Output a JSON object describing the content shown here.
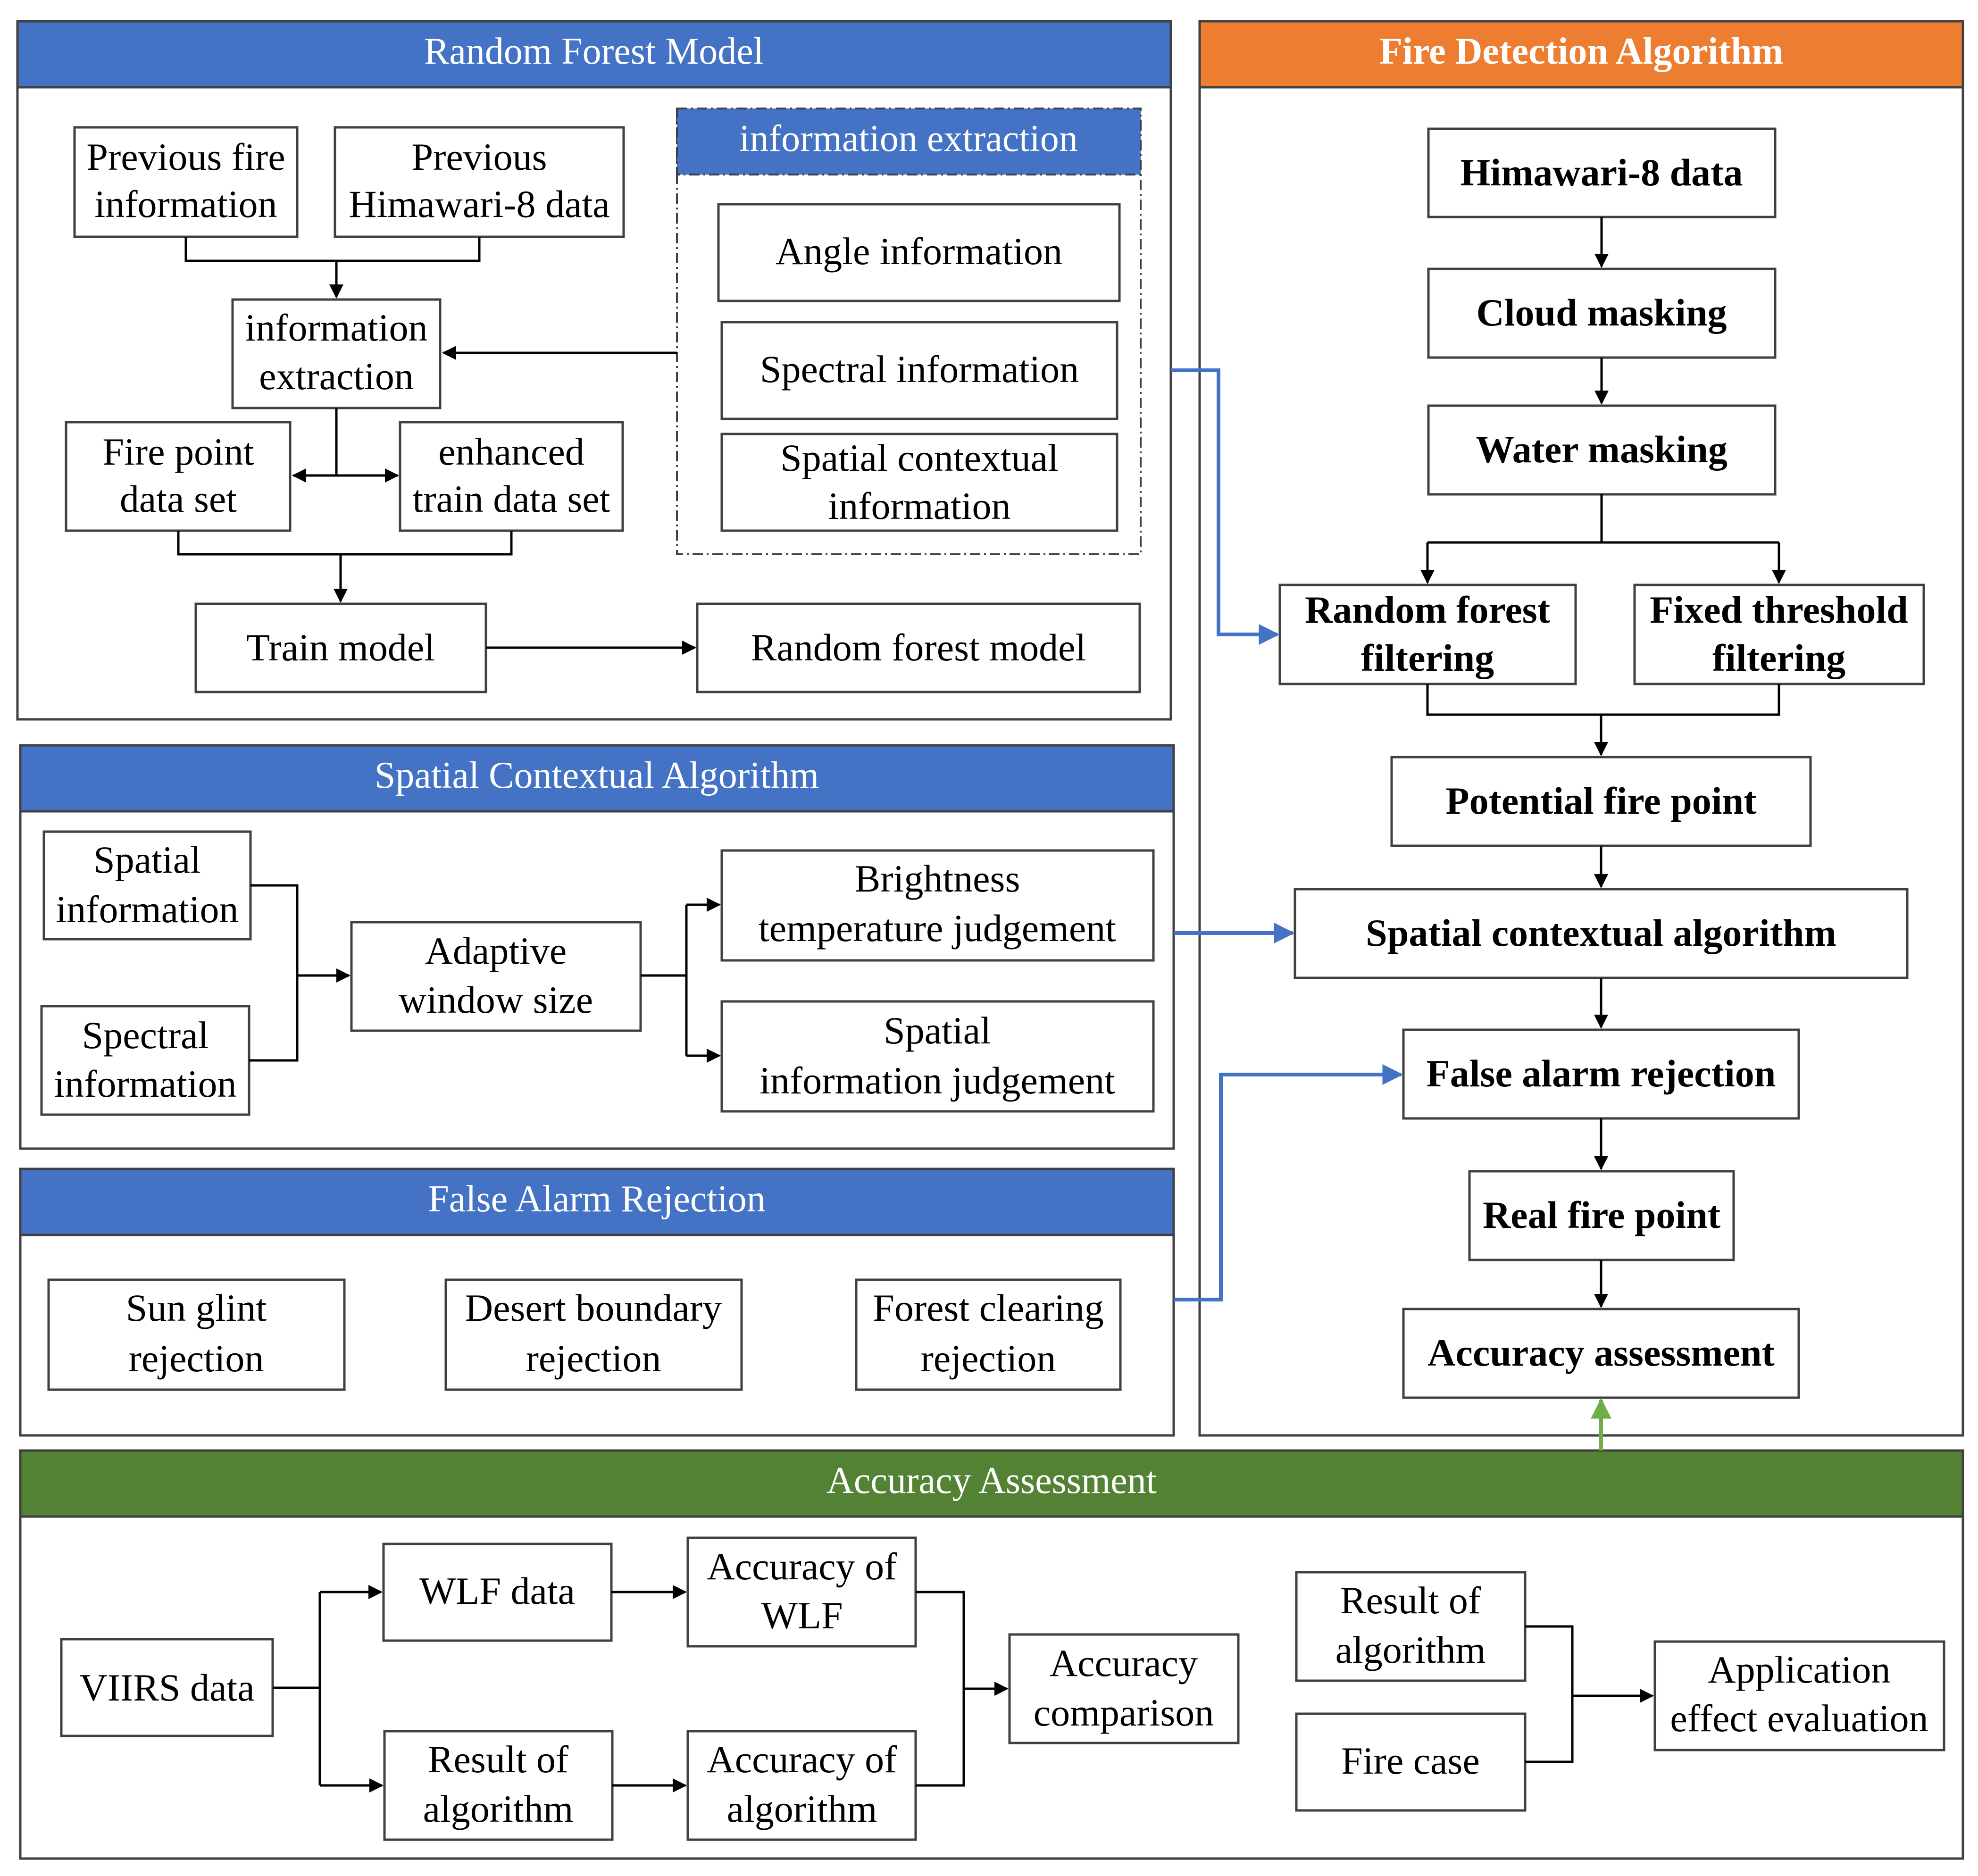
{
  "colors": {
    "blue_header": "#4472C4",
    "orange_header": "#ED7D31",
    "green_header": "#548235",
    "blue_arrow": "#4472C4",
    "green_arrow": "#70AD47"
  },
  "random_forest": {
    "title": "Random Forest Model",
    "prev_fire": [
      "Previous fire",
      "information"
    ],
    "prev_himawari": [
      "Previous",
      "Himawari-8 data"
    ],
    "info_extraction": [
      "information",
      "extraction"
    ],
    "fire_point_set": [
      "Fire point",
      "data set"
    ],
    "enhanced_set": [
      "enhanced",
      "train data set"
    ],
    "train_model": "Train model",
    "rf_model": "Random forest model",
    "extraction_group": {
      "title": "information extraction",
      "angle": "Angle information",
      "spectral": "Spectral information",
      "spatial": [
        "Spatial contextual",
        "information"
      ]
    }
  },
  "spatial_contextual": {
    "title": "Spatial Contextual Algorithm",
    "spatial_info": [
      "Spatial",
      "information"
    ],
    "spectral_info": [
      "Spectral",
      "information"
    ],
    "adaptive": [
      "Adaptive",
      "window size"
    ],
    "brightness": [
      "Brightness",
      "temperature judgement"
    ],
    "spatial_judge": [
      "Spatial",
      "information judgement"
    ]
  },
  "false_alarm": {
    "title": "False Alarm Rejection",
    "sun_glint": [
      "Sun glint",
      "rejection"
    ],
    "desert": [
      "Desert boundary",
      "rejection"
    ],
    "forest_clearing": [
      "Forest clearing",
      "rejection"
    ]
  },
  "fire_detection": {
    "title": "Fire Detection Algorithm",
    "himawari": "Himawari-8 data",
    "cloud": "Cloud masking",
    "water": "Water masking",
    "rf_filter": [
      "Random forest",
      "filtering"
    ],
    "fixed_filter": [
      "Fixed threshold",
      "filtering"
    ],
    "potential": "Potential fire point",
    "spatial_alg": "Spatial contextual algorithm",
    "false_alarm": "False alarm rejection",
    "real_fire": "Real fire point",
    "accuracy": "Accuracy assessment"
  },
  "accuracy_assessment": {
    "title": "Accuracy Assessment",
    "viirs": "VIIRS data",
    "wlf_data": "WLF data",
    "acc_wlf": [
      "Accuracy of",
      "WLF"
    ],
    "result_alg": [
      "Result of",
      "algorithm"
    ],
    "acc_alg": [
      "Accuracy of",
      "algorithm"
    ],
    "acc_comparison": [
      "Accuracy",
      "comparison"
    ],
    "result_alg2": [
      "Result of",
      "algorithm"
    ],
    "fire_case": "Fire case",
    "app_eval": [
      "Application",
      "effect evaluation"
    ]
  }
}
